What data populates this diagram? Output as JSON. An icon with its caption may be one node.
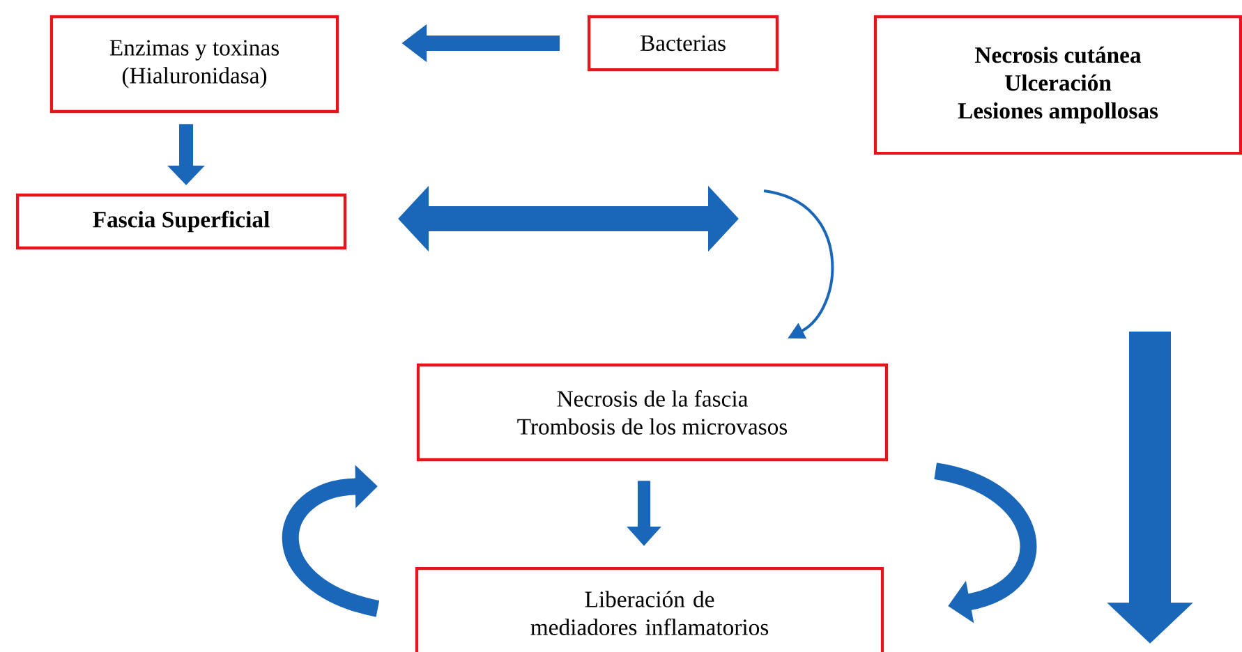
{
  "diagram": {
    "nodes": [
      {
        "text": [
          "Enzimas y toxinas",
          "(Hialuronidasa)"
        ]
      },
      {
        "text": [
          "Bacterias"
        ]
      },
      {
        "text": [
          "Necrosis cutánea",
          "Ulceración",
          "Lesiones ampollosas"
        ]
      },
      {
        "text": [
          "Fascia Superficial"
        ]
      },
      {
        "text": [
          "Necrosis de la fascia",
          "Trombosis de los microvasos"
        ]
      },
      {
        "text": [
          "Liberación de mediadores inflamatorios"
        ]
      }
    ],
    "edges": [
      {
        "from": 1,
        "to": 0,
        "arrow": "to"
      },
      {
        "from": 0,
        "to": 3,
        "arrow": "to"
      },
      {
        "from": 3,
        "to": null,
        "arrow": "both"
      },
      {
        "from": null,
        "to": 4,
        "arrow": "to"
      },
      {
        "from": 4,
        "to": 5,
        "arrow": "to"
      },
      {
        "from": 4,
        "to": 5,
        "arrow": "to"
      },
      {
        "from": 5,
        "to": 4,
        "arrow": "to"
      }
    ]
  }
}
